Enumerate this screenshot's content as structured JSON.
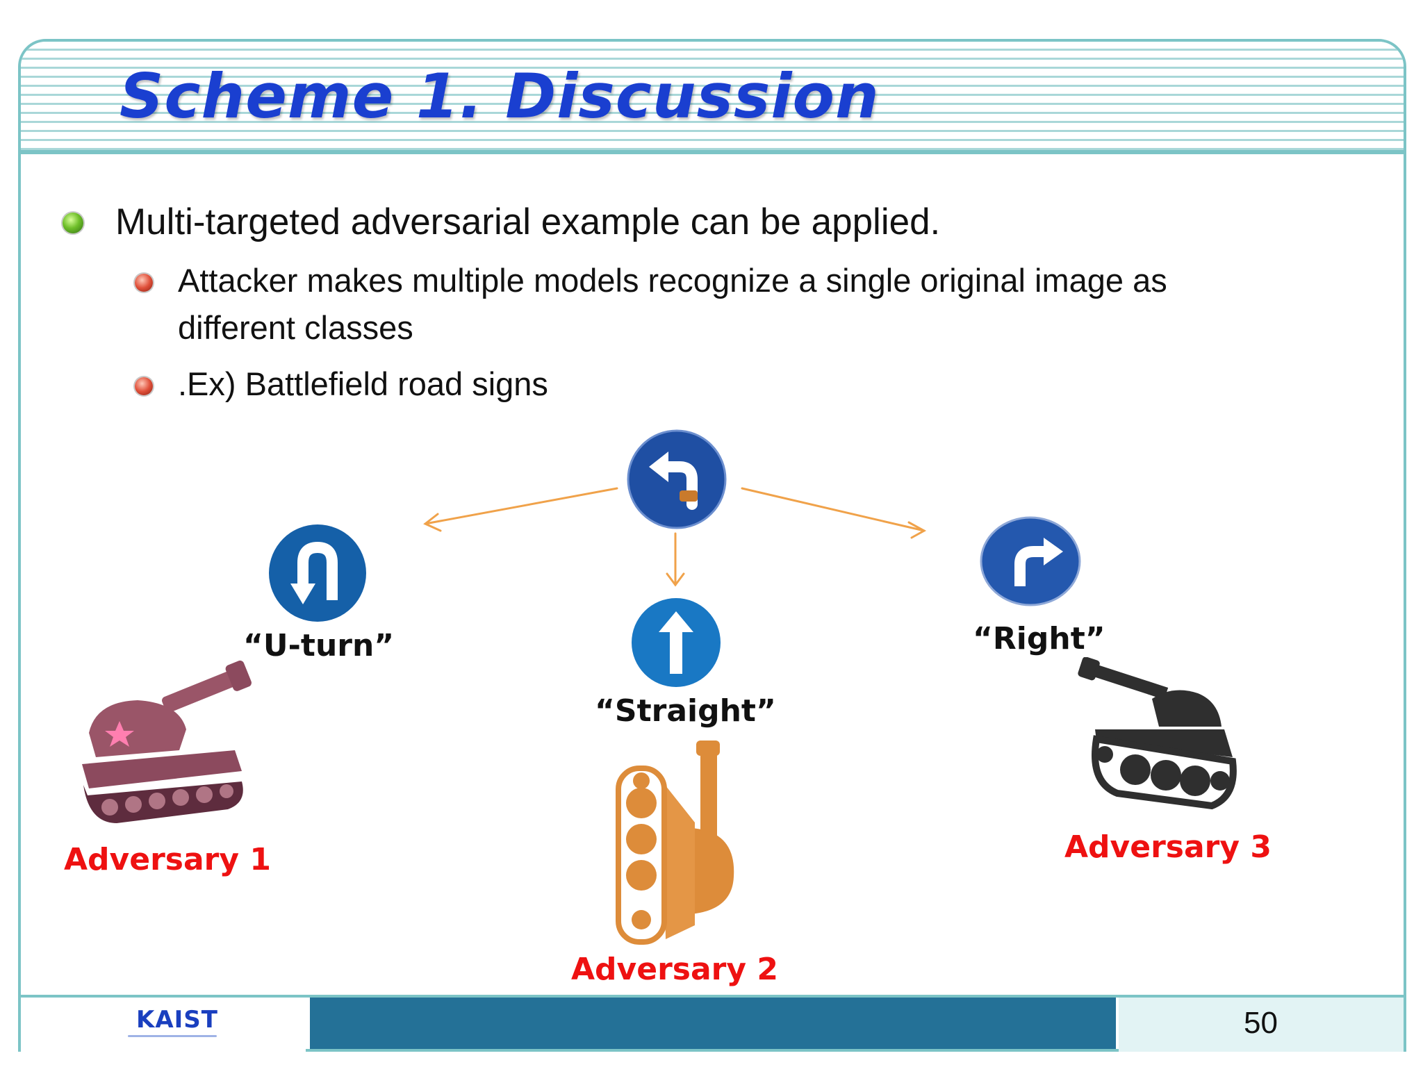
{
  "slide": {
    "title": "Scheme 1. Discussion",
    "bullets": {
      "main": "Multi-targeted adversarial example can be applied.",
      "sub1": "Attacker makes multiple models recognize a single original image as different classes",
      "sub2": ".Ex) Battlefield road signs"
    }
  },
  "diagram": {
    "original_sign_icon": "left-turn-sign-icon",
    "targets": [
      {
        "label": "“U-turn”",
        "icon": "u-turn-sign-icon",
        "adversary": "Adversary 1"
      },
      {
        "label": "“Straight”",
        "icon": "straight-sign-icon",
        "adversary": "Adversary 2"
      },
      {
        "label": "“Right”",
        "icon": "right-turn-sign-icon",
        "adversary": "Adversary 3"
      }
    ],
    "colors": {
      "sign_blue": "#1f4fa3",
      "arrow_orange": "#f0a24a",
      "adversary_red": "#ee1111",
      "tank1": "#8c4a5e",
      "tank2": "#dd8c3a",
      "tank3": "#2f2f2f"
    }
  },
  "footer": {
    "logo": "KAIST",
    "page_number": "50"
  }
}
